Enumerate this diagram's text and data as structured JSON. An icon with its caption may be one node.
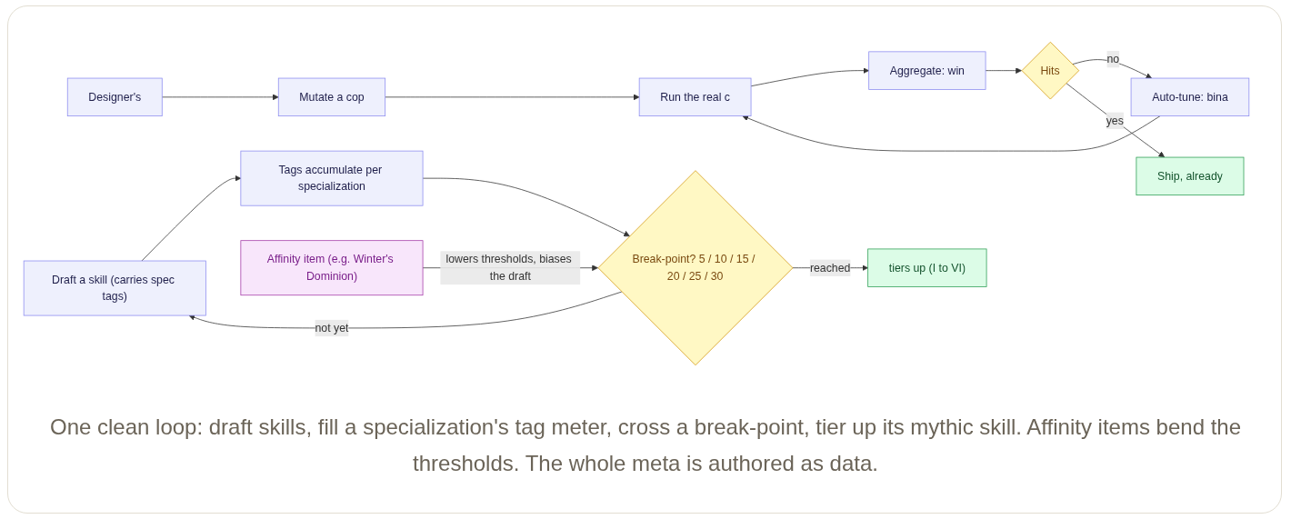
{
  "diagram": {
    "caption": "One clean loop: draft skills, fill a specialization's tag meter, cross a break-point, tier up its mythic skill. Affinity items bend the thresholds. The whole meta is authored as data.",
    "nodes": [
      {
        "text": [
          "Designer's"
        ]
      },
      {
        "text": [
          "Draft a skill (carries spec tags)"
        ]
      },
      {
        "text": [
          "Mutate a cop"
        ]
      },
      {
        "text": [
          "Tags accumulate per specialization"
        ]
      },
      {
        "text": [
          "Run the real c"
        ]
      },
      {
        "text": [
          "Aggregate: win"
        ]
      },
      {
        "text": [
          "Affinity item (e.g. Winter's Dominion)"
        ]
      },
      {
        "text": [
          "Break-point? 5 / 10 / 15 / 20 / 25 / 30"
        ]
      },
      {
        "text": [
          "Hits"
        ]
      },
      {
        "text": [
          "Auto-tune: bina"
        ]
      },
      {
        "text": [
          "Ship, already"
        ]
      },
      {
        "text": [
          "tiers up (I to VI)"
        ]
      }
    ],
    "edges": [
      {
        "from": 0,
        "to": 2,
        "arrow": "to"
      },
      {
        "from": 1,
        "to": 3,
        "arrow": "to"
      },
      {
        "from": 2,
        "to": 4,
        "arrow": "to"
      },
      {
        "from": 3,
        "to": 7,
        "arrow": "to"
      },
      {
        "from": 4,
        "to": 5,
        "arrow": "to"
      },
      {
        "from": 9,
        "to": 4,
        "arrow": "to"
      },
      {
        "from": 6,
        "to": 7,
        "label": "lowers thresholds, biases the draft",
        "arrow": "to"
      },
      {
        "from": 5,
        "to": 8,
        "arrow": "to"
      },
      {
        "from": 8,
        "to": 9,
        "label": "no",
        "arrow": "to"
      },
      {
        "from": 8,
        "to": 10,
        "label": "yes",
        "arrow": "to"
      },
      {
        "from": 7,
        "to": 11,
        "label": "reached",
        "arrow": "to"
      },
      {
        "from": 7,
        "to": 1,
        "label": "not yet",
        "arrow": "to"
      }
    ]
  }
}
